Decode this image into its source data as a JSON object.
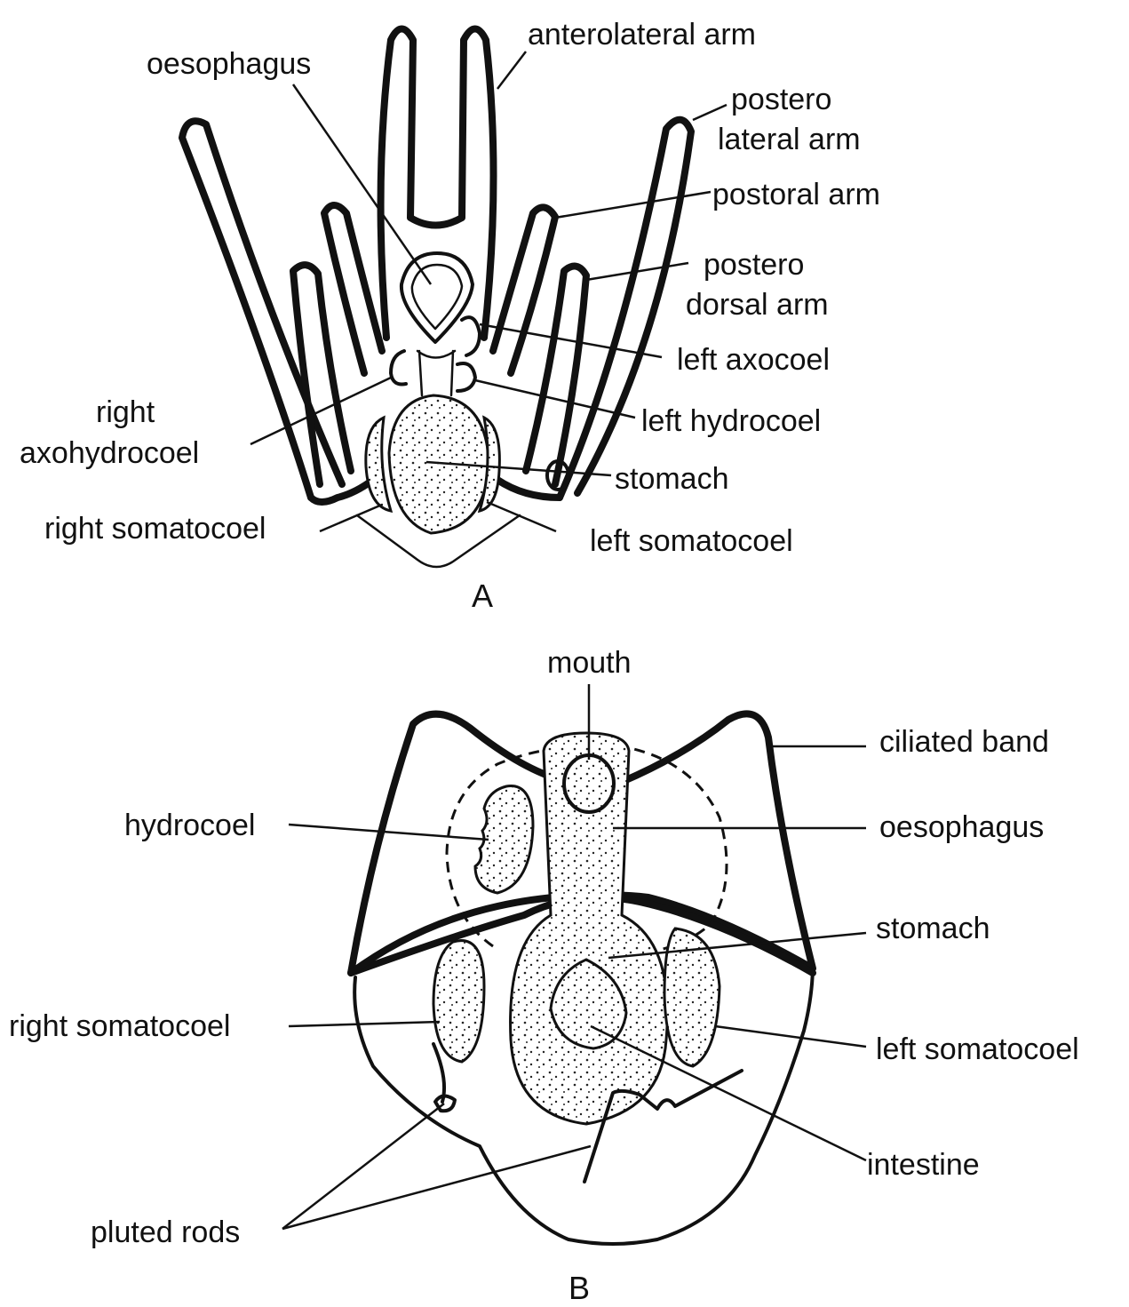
{
  "figure_a": {
    "caption": "A",
    "labels": {
      "anterolateral_arm": "anterolateral arm",
      "oesophagus": "oesophagus",
      "postero_lateral_arm_1": "postero",
      "postero_lateral_arm_2": "lateral arm",
      "postoral_arm": "postoral arm",
      "postero_dorsal_arm_1": "postero",
      "postero_dorsal_arm_2": "dorsal arm",
      "left_axocoel": "left axocoel",
      "left_hydrocoel": "left hydrocoel",
      "right_axohydrocoel_1": "right",
      "right_axohydrocoel_2": "axohydrocoel",
      "stomach": "stomach",
      "right_somatocoel": "right somatocoel",
      "left_somatocoel": "left somatocoel"
    }
  },
  "figure_b": {
    "caption": "B",
    "labels": {
      "mouth": "mouth",
      "ciliated_band": "ciliated band",
      "hydrocoel": "hydrocoel",
      "oesophagus": "oesophagus",
      "stomach": "stomach",
      "right_somatocoel": "right somatocoel",
      "left_somatocoel": "left somatocoel",
      "intestine": "intestine",
      "pluted_rods": "pluted rods"
    }
  }
}
